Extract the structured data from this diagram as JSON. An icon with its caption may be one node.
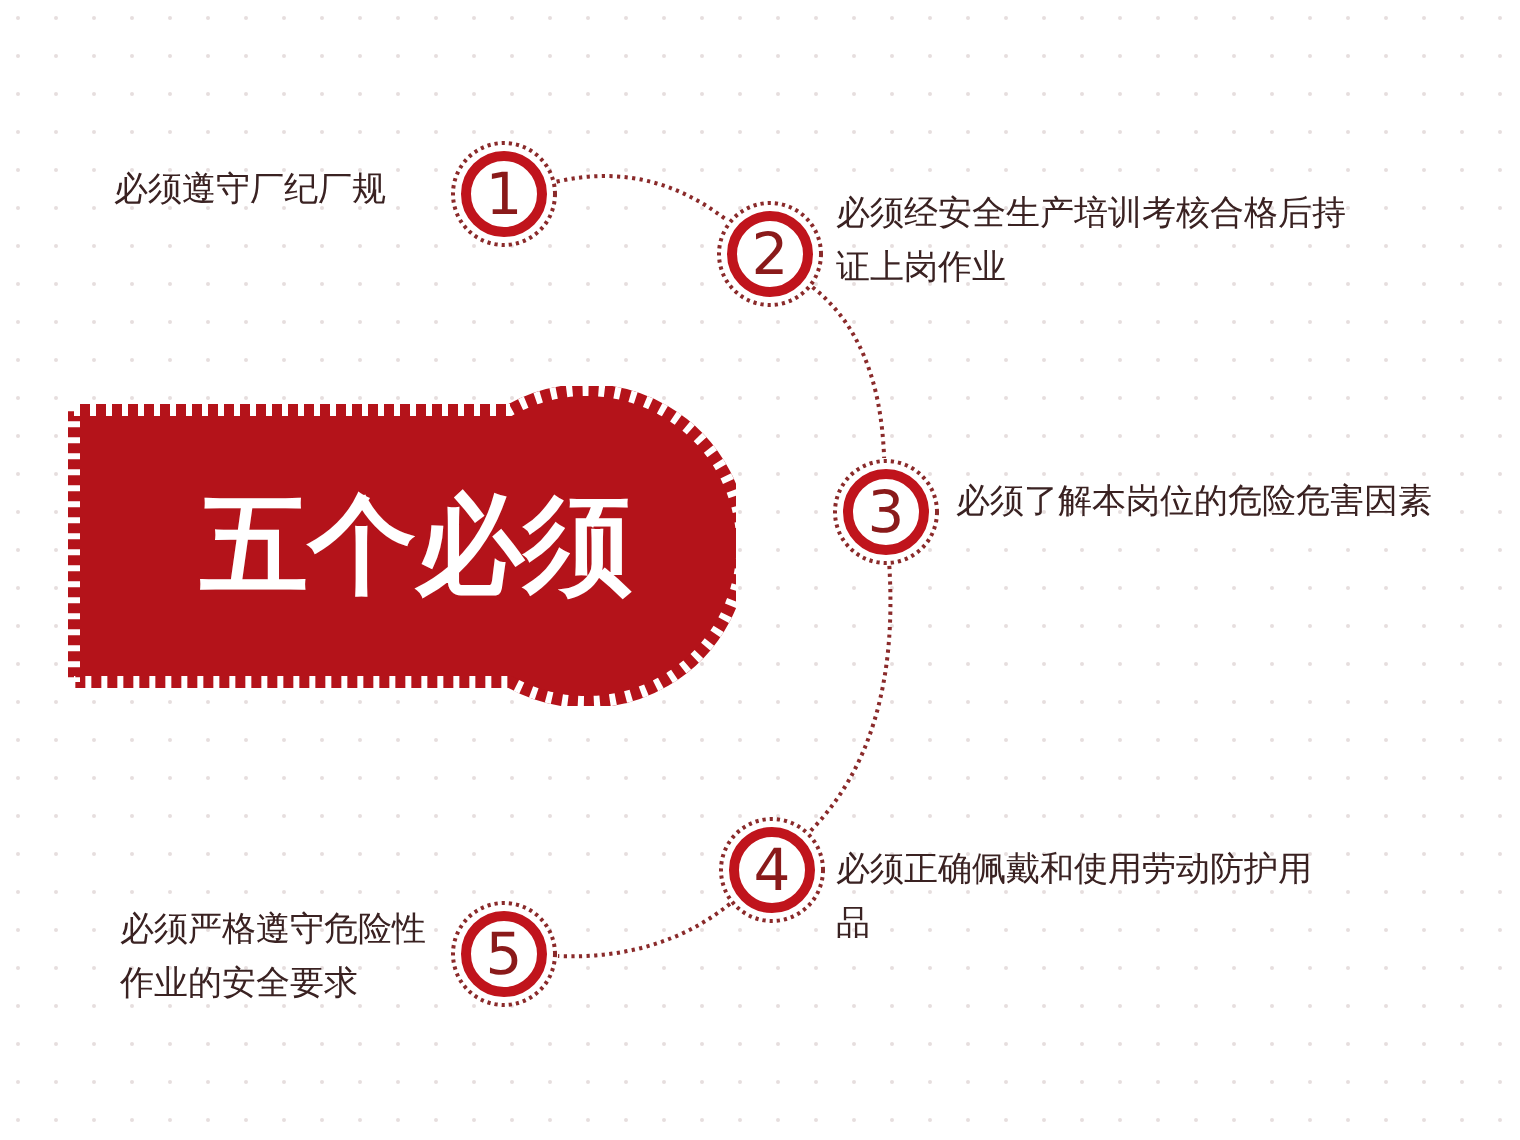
{
  "diagram": {
    "nodes": [
      {
        "text": [
          "五个必须"
        ]
      },
      {
        "text": [
          "1"
        ],
        "beside": [
          "必须遵守厂纪厂规"
        ]
      },
      {
        "text": [
          "2"
        ],
        "beside": [
          "必须经安全生产培训考核合格后持证上岗作业"
        ]
      },
      {
        "text": [
          "3"
        ],
        "beside": [
          "必须了解本岗位的危险危害因素"
        ]
      },
      {
        "text": [
          "4"
        ],
        "beside": [
          "必须正确佩戴和使用劳动防护用品"
        ]
      },
      {
        "text": [
          "5"
        ],
        "beside": [
          "必须严格遵守危险性作业的安全要求"
        ]
      }
    ],
    "edges": [
      {
        "from": 1,
        "to": 2,
        "arrow": "none"
      },
      {
        "from": 2,
        "to": 3,
        "arrow": "none"
      },
      {
        "from": 3,
        "to": 4,
        "arrow": "none"
      },
      {
        "from": 4,
        "to": 5,
        "arrow": "none"
      }
    ]
  }
}
